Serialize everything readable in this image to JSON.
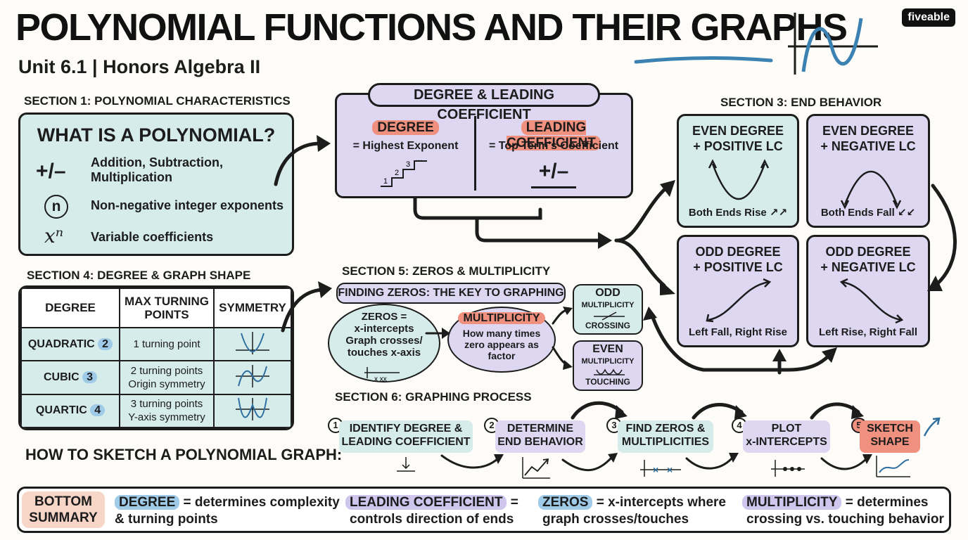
{
  "header": {
    "title": "POLYNOMIAL FUNCTIONS AND THEIR GRAPHS",
    "subtitle": "Unit 6.1 | Honors Algebra II",
    "logo": "fiveable"
  },
  "section1": {
    "heading": "SECTION 1: POLYNOMIAL CHARACTERISTICS",
    "box_title": "WHAT IS A POLYNOMIAL?",
    "items": [
      {
        "symbol": "+/–",
        "text": "Addition, Subtraction, Multiplication"
      },
      {
        "symbol": "n",
        "text": "Non-negative integer exponents"
      },
      {
        "symbol": "xⁿ",
        "text": "Variable coefficients"
      }
    ]
  },
  "section2": {
    "title": "DEGREE & LEADING COEFFICIENT",
    "degree_label": "DEGREE",
    "degree_def": "= Highest Exponent",
    "lc_label": "LEADING COEFFICIENT",
    "lc_def": "= Top Term's Coefficient",
    "lc_symbol": "+/–",
    "stairs": [
      "1",
      "2",
      "3",
      "..."
    ]
  },
  "section3": {
    "heading": "SECTION 3: END BEHAVIOR",
    "cases": [
      {
        "title": "EVEN DEGREE\n+ POSITIVE LC",
        "caption": "Both Ends Rise ↗↗"
      },
      {
        "title": "EVEN DEGREE\n+ NEGATIVE LC",
        "caption": "Both Ends Fall ↙↙"
      },
      {
        "title": "ODD DEGREE\n+ POSITIVE LC",
        "caption": "Left Fall, Right Rise"
      },
      {
        "title": "ODD DEGREE\n+ NEGATIVE LC",
        "caption": "Left Rise, Right Fall"
      }
    ]
  },
  "section4": {
    "heading": "SECTION 4: DEGREE & GRAPH SHAPE",
    "columns": [
      "DEGREE",
      "MAX TURNING POINTS",
      "SYMMETRY"
    ],
    "rows": [
      {
        "degree": "QUADRATIC",
        "n": "2",
        "turning": "1 turning point"
      },
      {
        "degree": "CUBIC",
        "n": "3",
        "turning": "2 turning points\nOrigin symmetry"
      },
      {
        "degree": "QUARTIC",
        "n": "4",
        "turning": "3 turning points\nY-axis symmetry"
      }
    ]
  },
  "section5": {
    "heading": "SECTION 5: ZEROS & MULTIPLICITY",
    "banner": "FINDING ZEROS: THE KEY TO GRAPHING",
    "zeros_text": "ZEROS =\nx-intercepts\nGraph crosses/\ntouches x-axis",
    "mult_label": "MULTIPLICITY",
    "mult_text": "How many times\nzero appears as\nfactor",
    "odd_title": "ODD",
    "odd_sub": "MULTIPLICITY",
    "odd_caption": "CROSSING",
    "even_title": "EVEN",
    "even_sub": "MULTIPLICITY",
    "even_caption": "TOUCHING",
    "axis_marks": "x  xx"
  },
  "section6": {
    "heading": "SECTION 6: GRAPHING PROCESS",
    "lead": "HOW TO SKETCH A POLYNOMIAL GRAPH:",
    "steps": [
      {
        "n": "1",
        "text": "IDENTIFY DEGREE &\nLEADING COEFFICIENT"
      },
      {
        "n": "2",
        "text": "DETERMINE\nEND BEHAVIOR"
      },
      {
        "n": "3",
        "text": "FIND ZEROS &\nMULTIPLICITIES"
      },
      {
        "n": "4",
        "text": "PLOT\nx-INTERCEPTS"
      },
      {
        "n": "5",
        "text": "SKETCH\nSHAPE"
      }
    ]
  },
  "summary": {
    "label": "BOTTOM\nSUMMARY",
    "items": [
      {
        "term": "DEGREE",
        "rest1": "= determines complexity",
        "rest2": "& turning points"
      },
      {
        "term": "LEADING COEFFICIENT",
        "rest1": "=",
        "rest2": "controls direction of ends"
      },
      {
        "term": "ZEROS",
        "rest1": "= x-intercepts where",
        "rest2": "graph crosses/touches"
      },
      {
        "term": "MULTIPLICITY",
        "rest1": "= determines",
        "rest2": "crossing vs. touching behavior"
      }
    ]
  },
  "colors": {
    "mint": "#d6ecea",
    "lavender": "#ddd7f2",
    "coral": "#f0907e",
    "blue": "#9fcbe8",
    "ink": "#1c1c1c"
  }
}
